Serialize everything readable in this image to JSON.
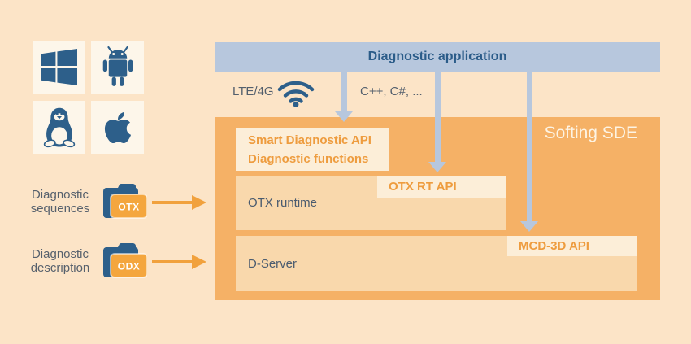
{
  "colors": {
    "background": "#fce4c7",
    "tile_background": "#fdf6ea",
    "icon_blue": "#2d5f8a",
    "bar_blue": "#b7c7dd",
    "heading_blue": "#2b5c89",
    "sde_orange": "#f5b166",
    "row_orange": "#f9d8ac",
    "label_cream": "#fceed8",
    "accent_orange_text": "#ee9c3e",
    "arrow_orange": "#f1a13d",
    "gray_text": "#57616d",
    "slate_text": "#4a5b6f",
    "white_text": "#fdf4e4"
  },
  "os_tiles": [
    {
      "icon": "windows-icon"
    },
    {
      "icon": "android-icon"
    },
    {
      "icon": "linux-icon"
    },
    {
      "icon": "apple-icon"
    }
  ],
  "inputs": [
    {
      "label_line1": "Diagnostic",
      "label_line2": "sequences",
      "folder_label": "OTX"
    },
    {
      "label_line1": "Diagnostic",
      "label_line2": "description",
      "folder_label": "ODX"
    }
  ],
  "application_bar": {
    "title": "Diagnostic application"
  },
  "connections": {
    "wireless_label": "LTE/4G",
    "languages_label": "C++, C#, ..."
  },
  "sde": {
    "title": "Softing SDE",
    "smart_api_line1": "Smart Diagnostic API",
    "smart_api_line2": "Diagnostic functions",
    "otx_runtime": "OTX runtime",
    "otx_rt_api": "OTX RT API",
    "d_server": "D-Server",
    "mcd_api": "MCD-3D API"
  }
}
